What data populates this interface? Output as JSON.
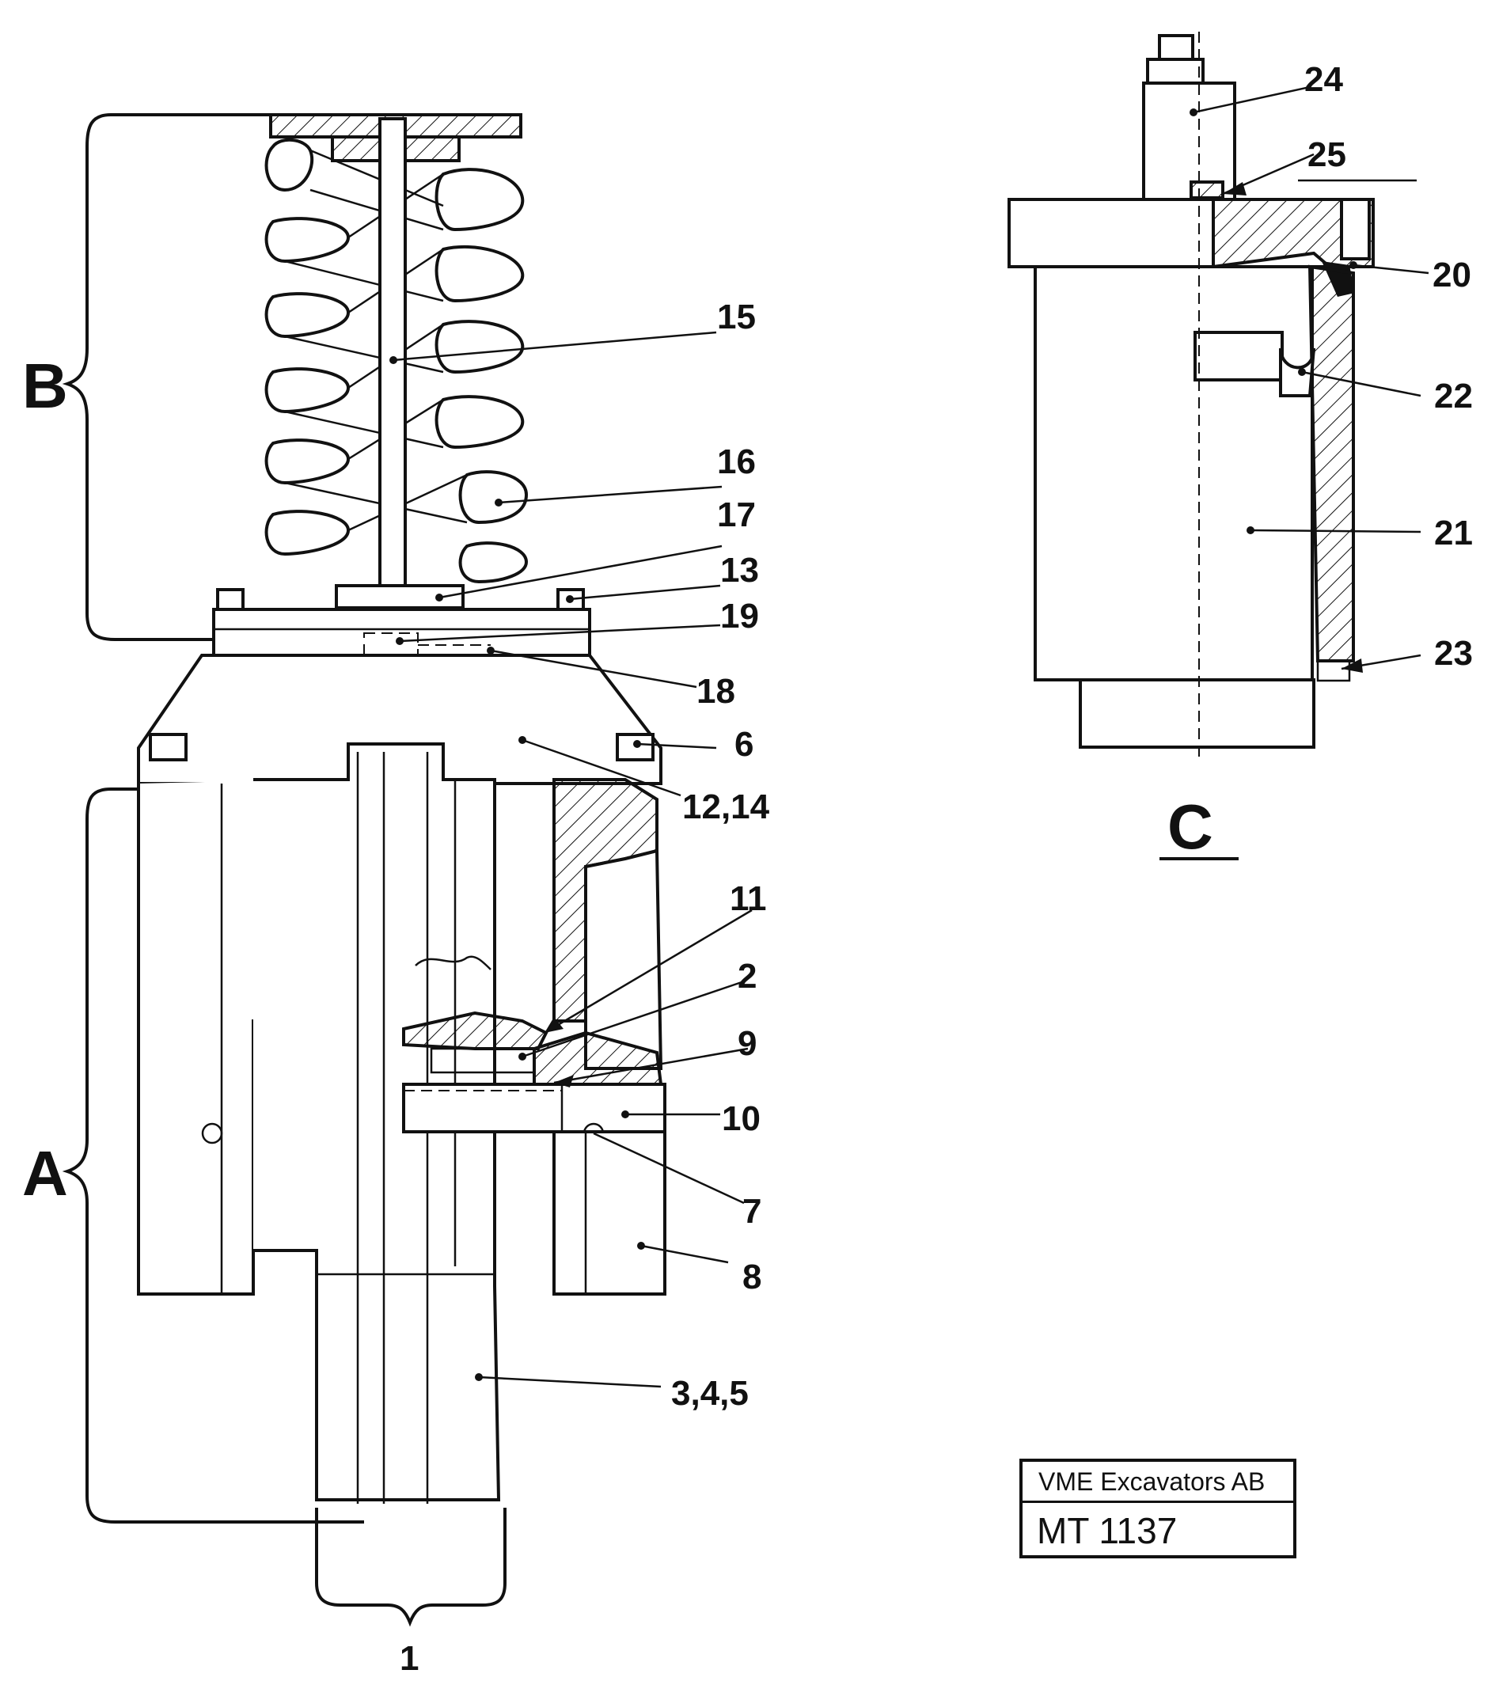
{
  "callouts": {
    "n1": "1",
    "n2": "2",
    "n345": "3,4,5",
    "n6": "6",
    "n7": "7",
    "n8": "8",
    "n9": "9",
    "n10": "10",
    "n11": "11",
    "n1214": "12,14",
    "n13": "13",
    "n15": "15",
    "n16": "16",
    "n17": "17",
    "n18": "18",
    "n19": "19",
    "n20": "20",
    "n21": "21",
    "n22": "22",
    "n23": "23",
    "n24": "24",
    "n25": "25"
  },
  "views": {
    "a": "A",
    "b": "B",
    "c": "C"
  },
  "title_block": {
    "company": "VME Excavators AB",
    "code": "MT 1137"
  }
}
